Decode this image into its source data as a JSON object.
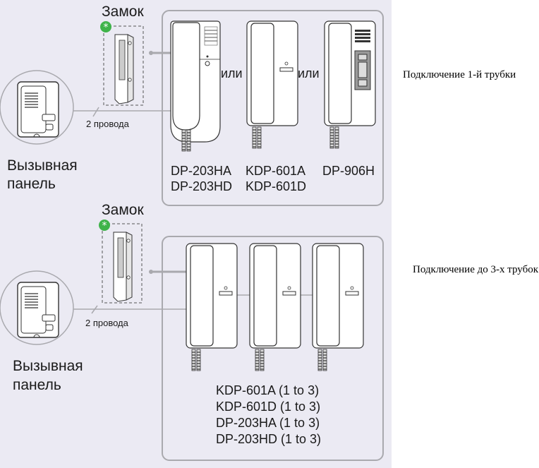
{
  "colors": {
    "background": "#ebeaf3",
    "box_stroke": "#a9a9ae",
    "wire": "#a9a9ae",
    "device_stroke": "#333333",
    "badge": "#3fb34a"
  },
  "section1": {
    "lock_label": "Замок",
    "wire_label": "2 провода",
    "panel_label_line1": "Вызывная",
    "panel_label_line2": "панель",
    "or_label_1": "или",
    "or_label_2": "или",
    "models": [
      {
        "line1": "DP-203HA",
        "line2": "DP-203HD"
      },
      {
        "line1": "KDP-601A",
        "line2": "KDP-601D"
      },
      {
        "line1": "DP-906H",
        "line2": ""
      }
    ],
    "note": "Подключение 1-й трубки"
  },
  "section2": {
    "lock_label": "Замок",
    "wire_label": "2 провода",
    "panel_label_line1": "Вызывная",
    "panel_label_line2": "панель",
    "models": [
      "KDP-601A (1 to 3)",
      "KDP-601D (1 to 3)",
      "DP-203HA (1 to 3)",
      "DP-203HD (1 to 3)"
    ],
    "note": "Подключение до 3-х трубок"
  }
}
